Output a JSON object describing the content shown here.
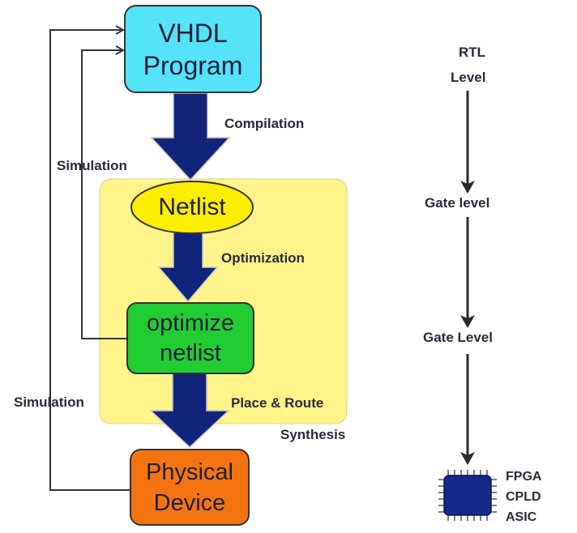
{
  "nodes": {
    "vhdl": {
      "line1": "VHDL",
      "line2": "Program",
      "color": "#55e3f7"
    },
    "netlist": {
      "label": "Netlist",
      "color": "#ffee00"
    },
    "optimize": {
      "line1": "optimize",
      "line2": "netlist",
      "color": "#22cc33"
    },
    "physical": {
      "line1": "Physical",
      "line2": "Device",
      "color": "#f57410"
    }
  },
  "region": {
    "label": "Synthesis",
    "color": "#fff38a"
  },
  "flow_labels": {
    "compilation": "Compilation",
    "optimization": "Optimization",
    "place_route": "Place & Route",
    "simulation_top": "Simulation",
    "simulation_bottom": "Simulation"
  },
  "levels": {
    "rtl_line1": "RTL",
    "rtl_line2": "Level",
    "gate_level_1": "Gate level",
    "gate_level_2": "Gate Level",
    "chip_items": [
      "FPGA",
      "CPLD",
      "ASIC"
    ]
  },
  "colors": {
    "arrow_fill": "#12237a",
    "line": "#333333",
    "chip_fill": "#132a8c"
  }
}
